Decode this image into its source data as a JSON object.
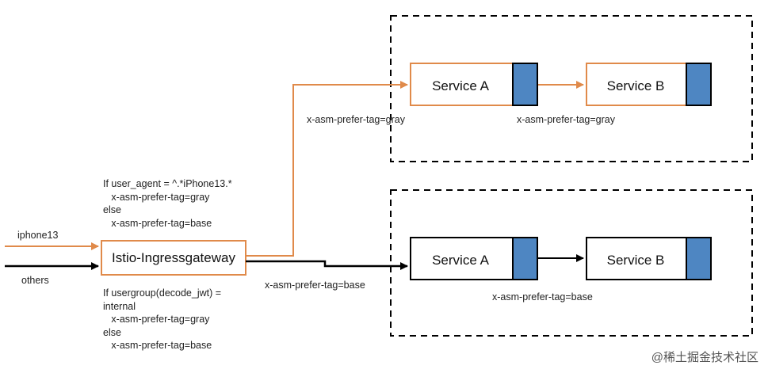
{
  "inputs": {
    "iphone": "iphone13",
    "others": "others"
  },
  "gateway": {
    "label": "Istio-Ingressgateway"
  },
  "rules": {
    "user_agent": "If user_agent = ^.*iPhone13.*\n   x-asm-prefer-tag=gray\nelse\n   x-asm-prefer-tag=base",
    "usergroup": "If usergroup(decode_jwt) =\ninternal\n   x-asm-prefer-tag=gray\nelse\n   x-asm-prefer-tag=base"
  },
  "gray_group": {
    "service_a": "Service A",
    "service_b": "Service B",
    "edge_in_label": "x-asm-prefer-tag=gray",
    "edge_ab_label": "x-asm-prefer-tag=gray"
  },
  "base_group": {
    "service_a": "Service A",
    "service_b": "Service B",
    "edge_in_label": "x-asm-prefer-tag=base",
    "edge_ab_label": "x-asm-prefer-tag=base"
  },
  "colors": {
    "orange": "#E08A4A",
    "black": "#000000",
    "service_block": "#4E86C2"
  },
  "watermark": "@稀土掘金技术社区"
}
